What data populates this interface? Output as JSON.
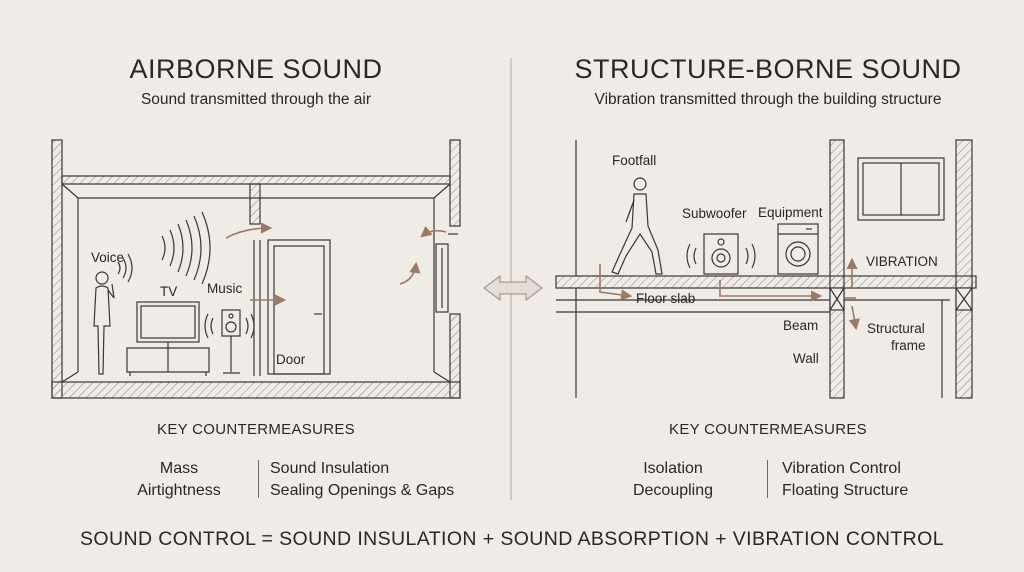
{
  "airborne": {
    "title": "AIRBORNE SOUND",
    "subtitle": "Sound transmitted through the air",
    "labels": {
      "voice": "Voice",
      "tv": "TV",
      "music": "Music",
      "door": "Door"
    },
    "countermeasures_heading": "KEY COUNTERMEASURES",
    "countermeasures_left": [
      "Mass",
      "Airtightness"
    ],
    "countermeasures_right": [
      "Sound Insulation",
      "Sealing Openings & Gaps"
    ]
  },
  "structure_borne": {
    "title": "STRUCTURE-BORNE SOUND",
    "subtitle": "Vibration transmitted through the building structure",
    "labels": {
      "footfall": "Footfall",
      "subwoofer": "Subwoofer",
      "equipment": "Equipment",
      "vibration": "VIBRATION",
      "floor_slab": "Floor slab",
      "beam": "Beam",
      "structural_frame_1": "Structural",
      "structural_frame_2": "frame",
      "wall": "Wall"
    },
    "countermeasures_heading": "KEY COUNTERMEASURES",
    "countermeasures_left": [
      "Isolation",
      "Decoupling"
    ],
    "countermeasures_right": [
      "Vibration Control",
      "Floating Structure"
    ]
  },
  "formula": "SOUND CONTROL = SOUND INSULATION + SOUND ABSORPTION + VIBRATION CONTROL",
  "colors": {
    "background": "#efece6",
    "line": "#3a3633",
    "arrow": "#9a7a66",
    "hatch": "#8a857f"
  }
}
